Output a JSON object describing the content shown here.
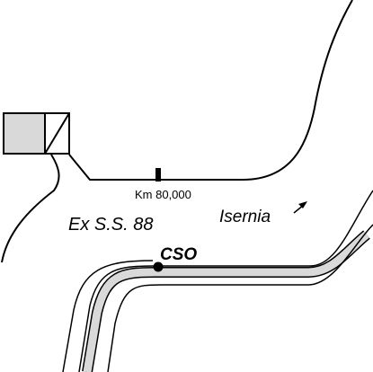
{
  "labels": {
    "km": "Km 80,000",
    "road": "Ex S.S. 88",
    "direction": "Isernia",
    "station": "CSO"
  },
  "colors": {
    "line": "#000000",
    "rail_fill": "#d9d9d9",
    "block_fill": "#d9d9d9",
    "background": "#ffffff"
  },
  "icons": {
    "direction_arrow": "arrow-up-right-icon",
    "station_marker": "filled-circle-icon",
    "km_marker": "rectangle-tick-icon"
  }
}
